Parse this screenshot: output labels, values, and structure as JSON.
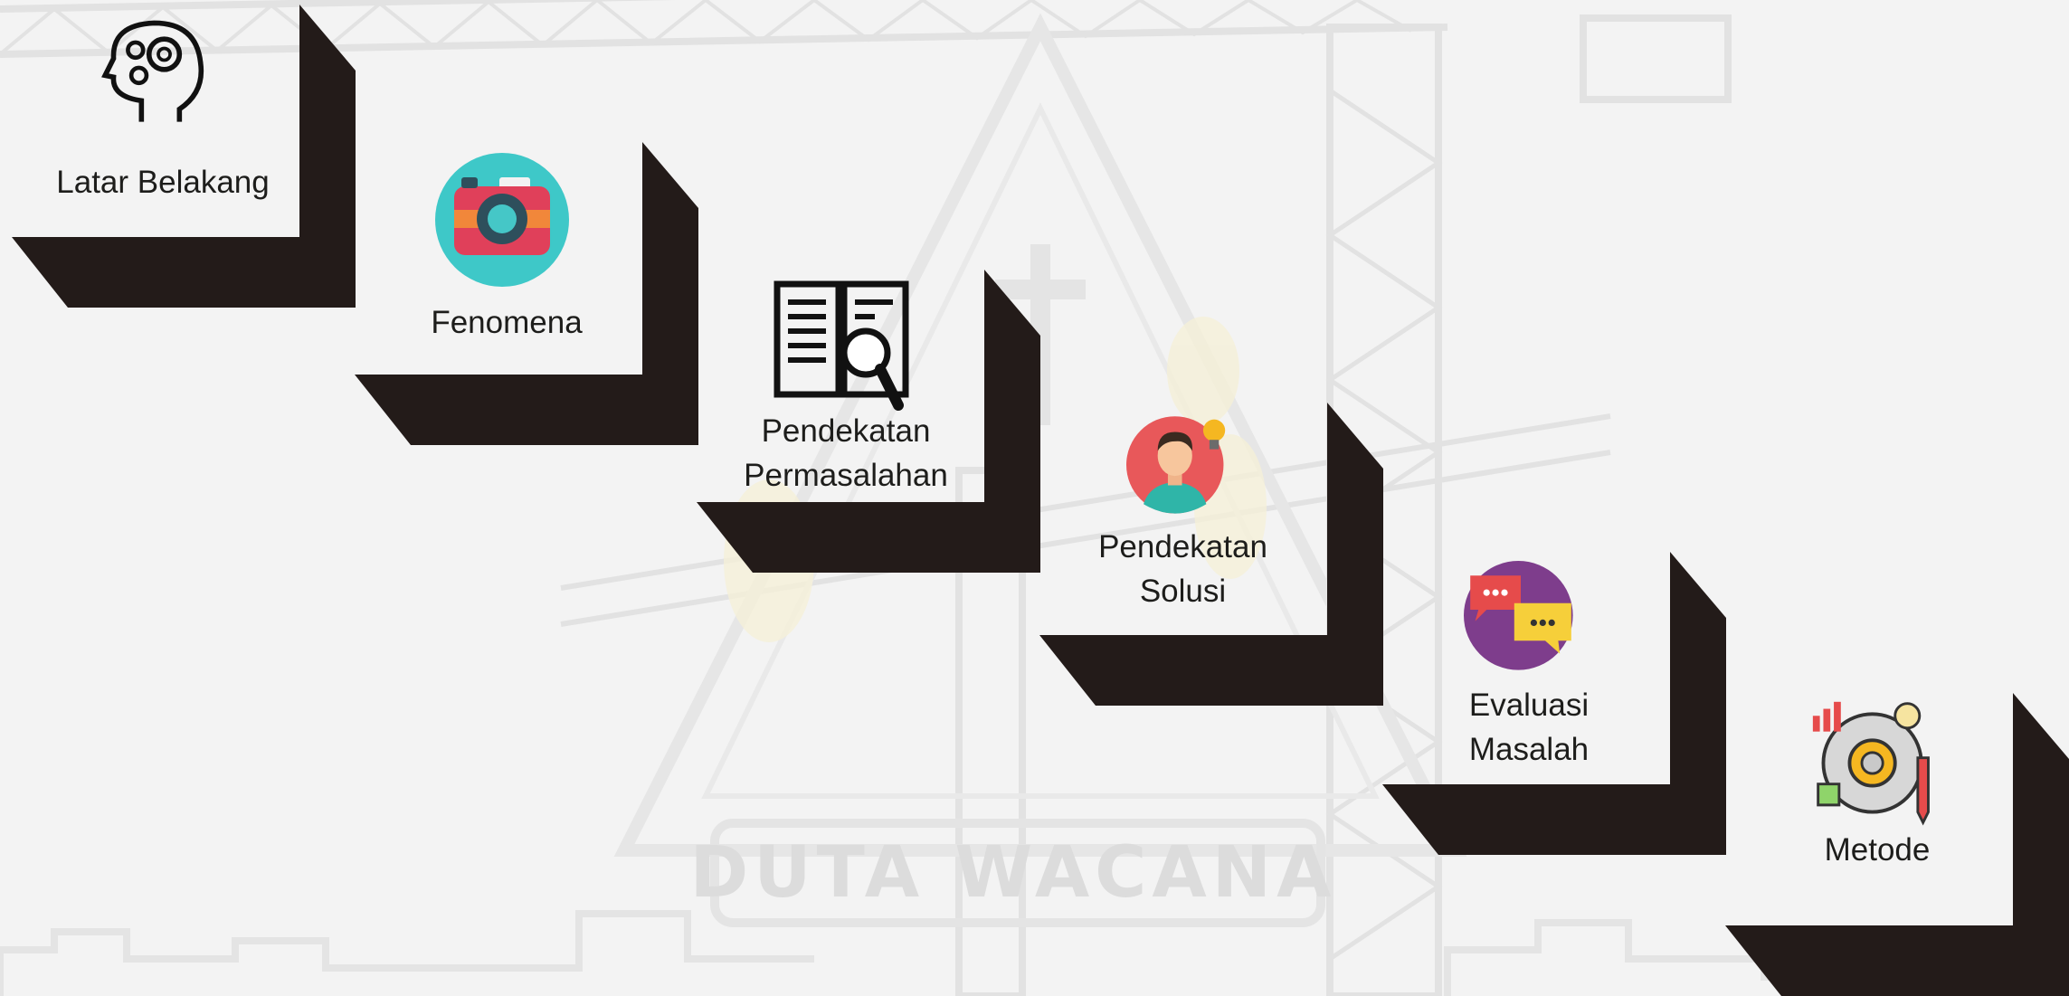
{
  "watermark": {
    "text": "DUTA WACANA"
  },
  "colors": {
    "background": "#f3f3f3",
    "arrow": "#231b19",
    "text": "#1d1d1b"
  },
  "steps": [
    {
      "label": "Latar Belakang",
      "icon": "head-gears-icon"
    },
    {
      "label": "Fenomena",
      "icon": "camera-icon"
    },
    {
      "label": "Pendekatan\nPermasalahan",
      "icon": "book-magnifier-icon"
    },
    {
      "label": "Pendekatan\nSolusi",
      "icon": "person-idea-icon"
    },
    {
      "label": "Evaluasi\nMasalah",
      "icon": "chat-bubbles-icon"
    },
    {
      "label": "Metode",
      "icon": "method-gear-icon"
    }
  ]
}
